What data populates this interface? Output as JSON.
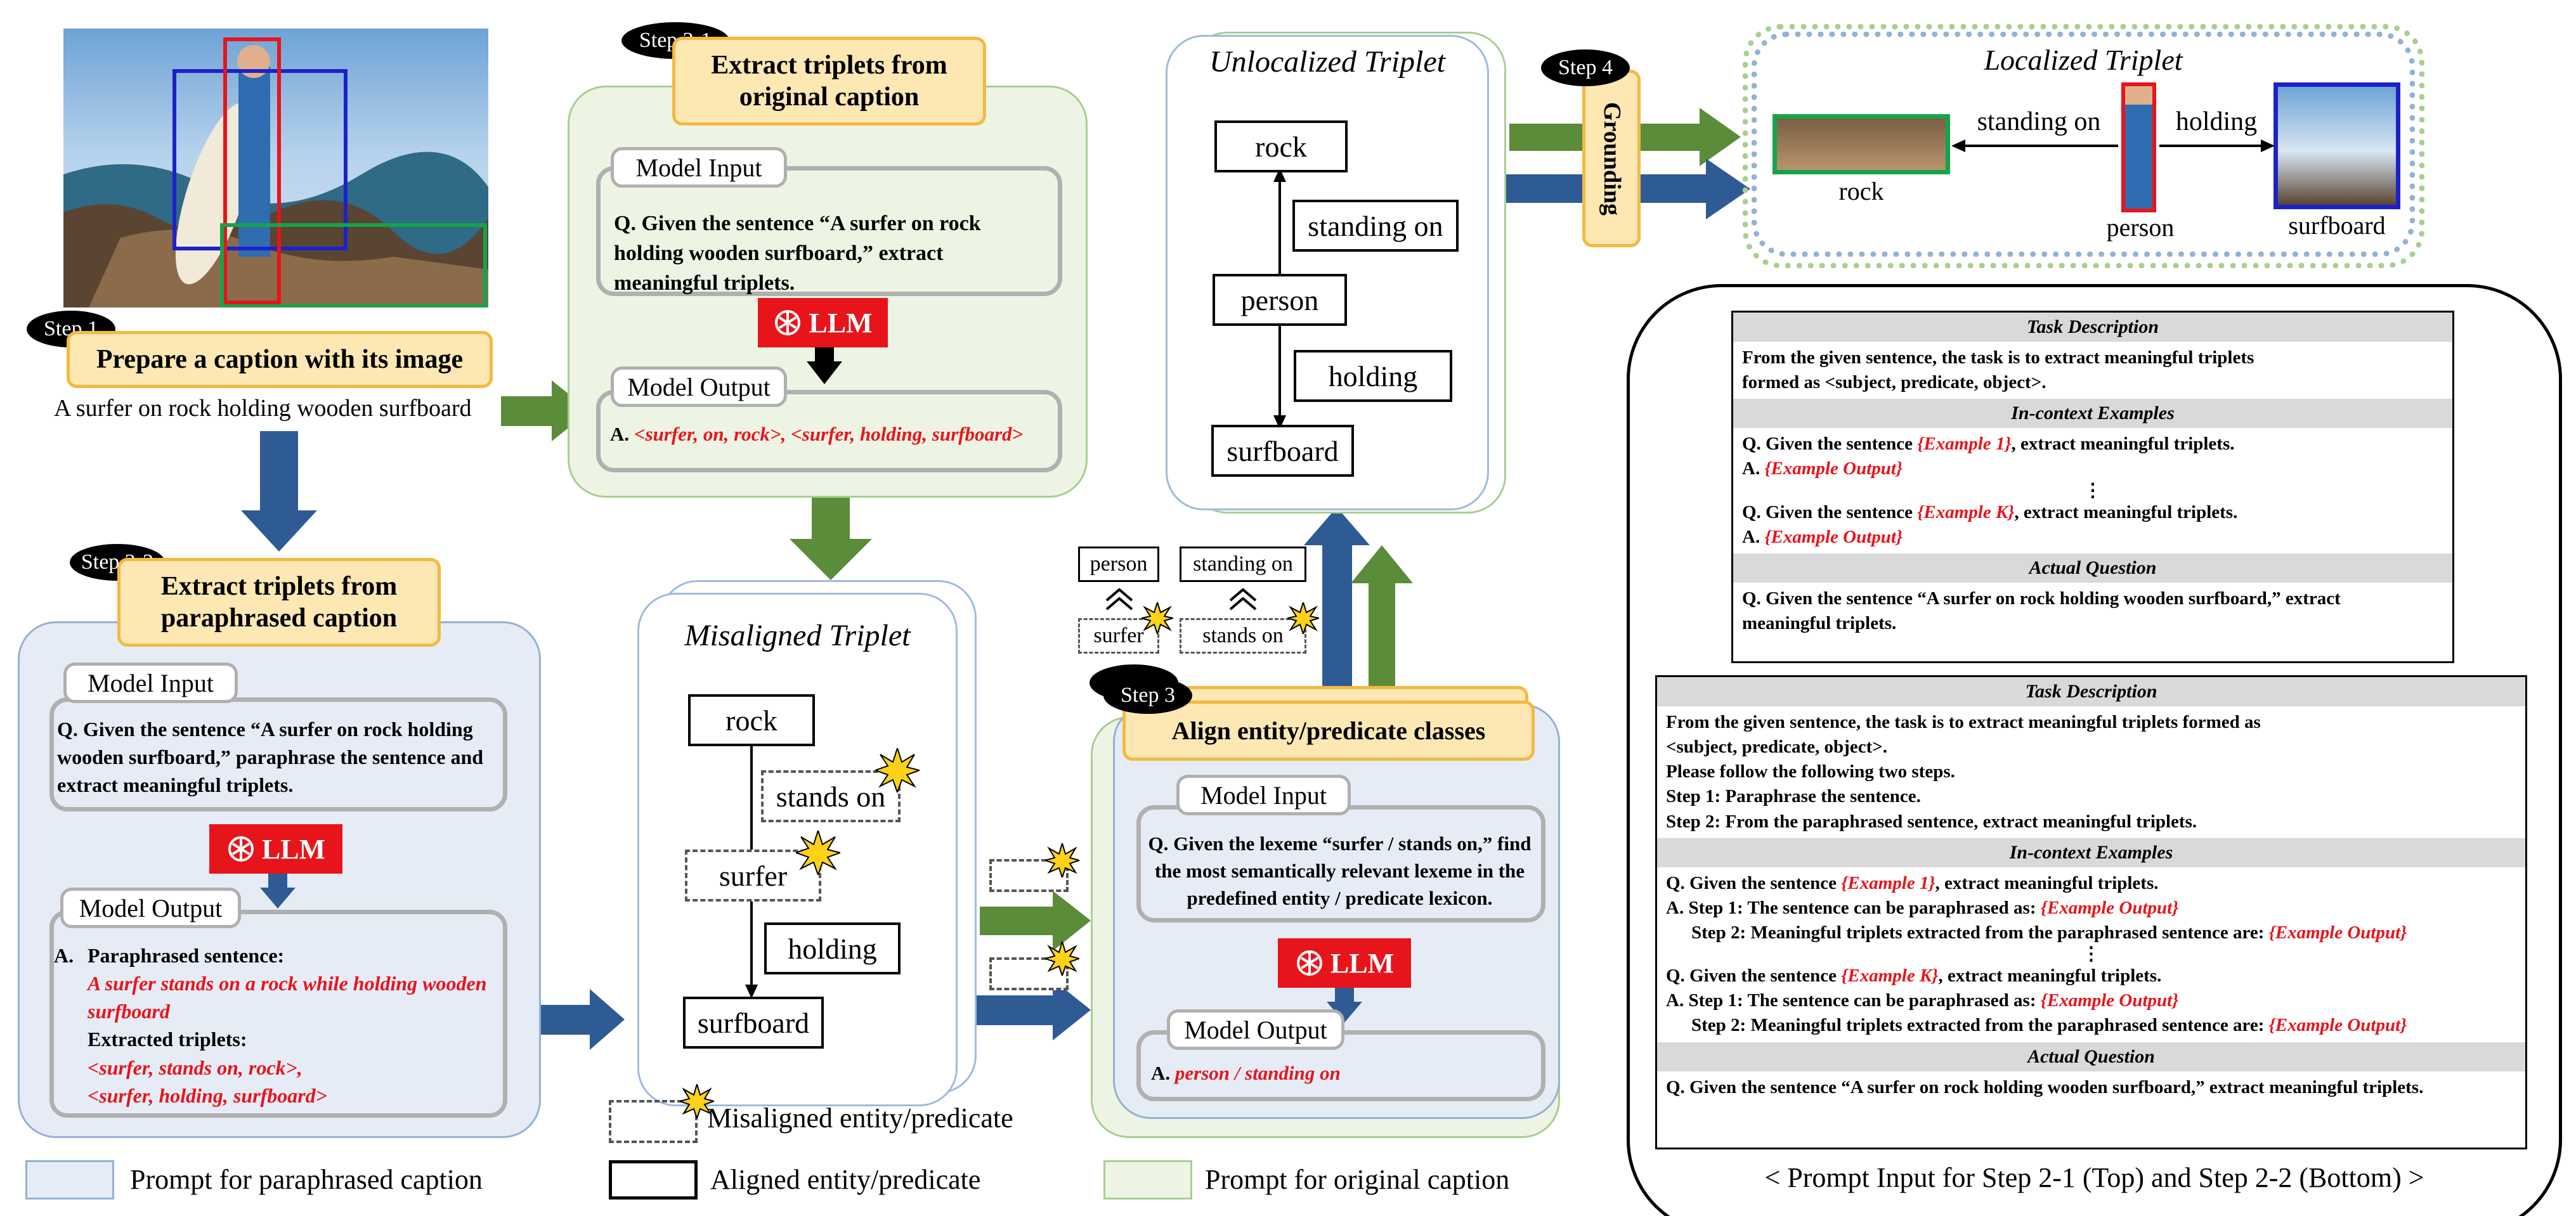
{
  "step_badges": {
    "s1": "Step 1",
    "s21": "Step 2-1",
    "s22": "Step 2-2",
    "s3": "Step 3",
    "s4": "Step 4"
  },
  "step_titles": {
    "s1": "Prepare a caption with its image",
    "s21": "Extract triplets from original caption",
    "s22": "Extract triplets from paraphrased caption",
    "s3": "Align entity/predicate classes",
    "s4": "Grounding"
  },
  "caption": "A surfer on rock holding wooden surfboard",
  "llm_label": "LLM",
  "model_input_label": "Model Input",
  "model_output_label": "Model Output",
  "step21": {
    "input": "Q. Given the sentence “A surfer on rock holding wooden surfboard,” extract meaningful triplets.",
    "output_prefix": "A. ",
    "output": "<surfer, on, rock>, <surfer, holding, surfboard>"
  },
  "step22": {
    "input": "Q. Given the sentence “A surfer on rock holding wooden surfboard,” paraphrase the sentence and extract meaningful triplets.",
    "out_a": "A.",
    "out_para_label": "Paraphrased sentence:",
    "out_para": "A surfer stands on a rock while holding wooden surfboard",
    "out_ext_label": "Extracted triplets:",
    "out_trip1": "<surfer, stands on, rock>,",
    "out_trip2": "<surfer, holding, surfboard>"
  },
  "step3": {
    "input": "Q. Given the lexeme “surfer / stands on,” find the most semantically relevant lexeme in the predefined entity / predicate lexicon.",
    "output_prefix": "A. ",
    "output": "person / standing on"
  },
  "misaligned": {
    "title": "Misaligned Triplet",
    "rock": "rock",
    "stands_on": "stands on",
    "surfer": "surfer",
    "holding": "holding",
    "surfboard": "surfboard"
  },
  "unlocalized": {
    "title": "Unlocalized Triplet",
    "rock": "rock",
    "standing_on": "standing on",
    "person": "person",
    "holding": "holding",
    "surfboard": "surfboard"
  },
  "mapping": {
    "person": "person",
    "standing_on": "standing on",
    "surfer": "surfer",
    "stands_on": "stands on"
  },
  "localized": {
    "title": "Localized Triplet",
    "standing_on": "standing on",
    "holding": "holding",
    "rock": "rock",
    "person": "person",
    "surfboard": "surfboard"
  },
  "legend": {
    "paraphrased": "Prompt for paraphrased caption",
    "aligned": "Aligned entity/predicate",
    "misaligned": "Misaligned entity/predicate",
    "original": "Prompt for original caption"
  },
  "prompt_top": {
    "task_hdr": "Task Description",
    "task_1": "From the given sentence, the task is to extract meaningful triplets",
    "task_2": "formed as <subject, predicate, object>.",
    "ctx_hdr": "In-context Examples",
    "q_prefix": "Q. Given the sentence ",
    "ex1": "{Example 1}",
    "ex_k": "{Example K}",
    "q_suffix": ", extract meaningful triplets.",
    "a_prefix": "A. ",
    "ex_out": "{Example Output}",
    "dots": "⋮",
    "actual_hdr": "Actual Question",
    "actual_1": "Q. Given the sentence “A surfer on rock holding wooden surfboard,” extract",
    "actual_2": "meaningful triplets."
  },
  "prompt_bottom": {
    "task_hdr": "Task Description",
    "t1": "From the given sentence, the task is to extract meaningful triplets formed as",
    "t2": "<subject, predicate, object>.",
    "t3": "Please follow the following two steps.",
    "t4": "Step 1: Paraphrase the sentence.",
    "t5": "Step 2: From the paraphrased sentence, extract meaningful triplets.",
    "ctx_hdr": "In-context Examples",
    "q_prefix": "Q. Given the sentence ",
    "ex1": "{Example 1}",
    "ex_k": "{Example K}",
    "q_suffix": ", extract meaningful triplets.",
    "a_step1": "A. Step 1: The sentence can be paraphrased as: ",
    "a_step2": "Step 2: Meaningful triplets extracted from the paraphrased sentence are: ",
    "ex_out": "{Example Output}",
    "dots": "⋮",
    "actual_hdr": "Actual Question",
    "actual": "Q. Given the sentence “A surfer on rock holding wooden surfboard,” extract meaningful triplets."
  },
  "prompt_caption": "< Prompt Input for Step 2-1 (Top) and Step 2-2 (Bottom) >",
  "colors": {
    "green_arrow": "#5b8c3a",
    "blue_arrow": "#2f5b94",
    "llm_red": "#e8141b",
    "step_fill": "#fde7b3",
    "step_border": "#f4b942"
  }
}
